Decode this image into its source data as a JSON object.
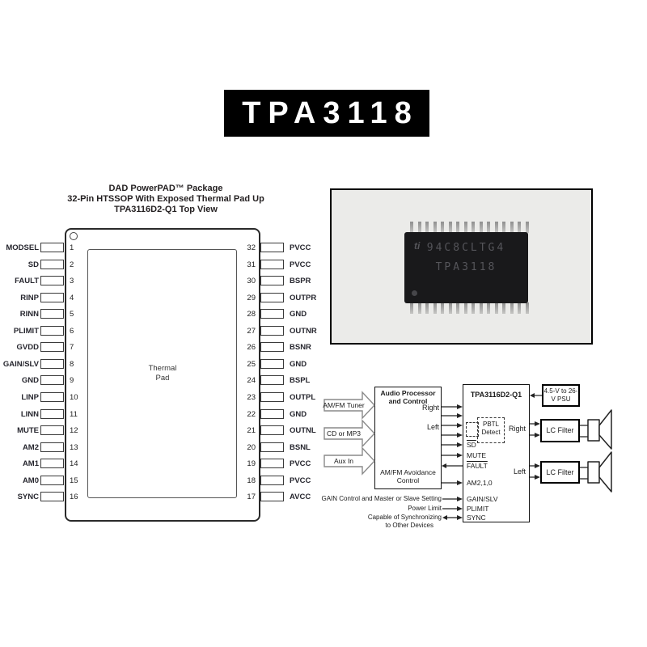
{
  "title": "TPA3118",
  "pin_diagram": {
    "heading_lines": [
      "DAD PowerPAD™ Package",
      "32-Pin HTSSOP With Exposed Thermal Pad Up",
      "TPA3116D2-Q1 Top View"
    ],
    "thermal_pad_label": "Thermal Pad",
    "left_pins": [
      {
        "num": "1",
        "label": "MODSEL"
      },
      {
        "num": "2",
        "label": "SD"
      },
      {
        "num": "3",
        "label": "FAULT"
      },
      {
        "num": "4",
        "label": "RINP"
      },
      {
        "num": "5",
        "label": "RINN"
      },
      {
        "num": "6",
        "label": "PLIMIT"
      },
      {
        "num": "7",
        "label": "GVDD"
      },
      {
        "num": "8",
        "label": "GAIN/SLV"
      },
      {
        "num": "9",
        "label": "GND"
      },
      {
        "num": "10",
        "label": "LINP"
      },
      {
        "num": "11",
        "label": "LINN"
      },
      {
        "num": "12",
        "label": "MUTE"
      },
      {
        "num": "13",
        "label": "AM2"
      },
      {
        "num": "14",
        "label": "AM1"
      },
      {
        "num": "15",
        "label": "AM0"
      },
      {
        "num": "16",
        "label": "SYNC"
      }
    ],
    "right_pins": [
      {
        "num": "32",
        "label": "PVCC"
      },
      {
        "num": "31",
        "label": "PVCC"
      },
      {
        "num": "30",
        "label": "BSPR"
      },
      {
        "num": "29",
        "label": "OUTPR"
      },
      {
        "num": "28",
        "label": "GND"
      },
      {
        "num": "27",
        "label": "OUTNR"
      },
      {
        "num": "26",
        "label": "BSNR"
      },
      {
        "num": "25",
        "label": "GND"
      },
      {
        "num": "24",
        "label": "BSPL"
      },
      {
        "num": "23",
        "label": "OUTPL"
      },
      {
        "num": "22",
        "label": "GND"
      },
      {
        "num": "21",
        "label": "OUTNL"
      },
      {
        "num": "20",
        "label": "BSNL"
      },
      {
        "num": "19",
        "label": "PVCC"
      },
      {
        "num": "18",
        "label": "PVCC"
      },
      {
        "num": "17",
        "label": "AVCC"
      }
    ]
  },
  "chip_photo": {
    "logo_text": "ti",
    "marking_line1": "94C8CLTG4",
    "marking_line2": "TPA3118"
  },
  "block_diagram": {
    "inputs": [
      "AM/FM Tuner",
      "CD or MP3",
      "Aux In"
    ],
    "audio_processor": {
      "title": "Audio Processor and Control",
      "right_label": "Right",
      "left_label": "Left",
      "bottom_label": "AM/FM Avoidance Control"
    },
    "amplifier": {
      "title": "TPA3116D2-Q1",
      "pbtl_label": "PBTL Detect",
      "right_label": "Right",
      "left_label": "Left",
      "signals": [
        {
          "label": "SD",
          "overline": true
        },
        {
          "label": "MUTE",
          "overline": false
        },
        {
          "label": "FAULT",
          "overline": true
        },
        {
          "label": "AM2,1,0",
          "overline": false
        },
        {
          "label": "GAIN/SLV",
          "overline": false
        },
        {
          "label": "PLIMIT",
          "overline": false
        },
        {
          "label": "SYNC",
          "overline": false
        }
      ]
    },
    "psu_label": "4.5-V to 26-V PSU",
    "lc_filter_label": "LC Filter",
    "annotations": [
      "GAIN Control and Master or Slave Setting",
      "Power Limit",
      "Capable of Synchronizing",
      "to Other Devices"
    ]
  },
  "colors": {
    "title_bg": "#000000",
    "title_fg": "#ffffff",
    "line": "#222222"
  }
}
